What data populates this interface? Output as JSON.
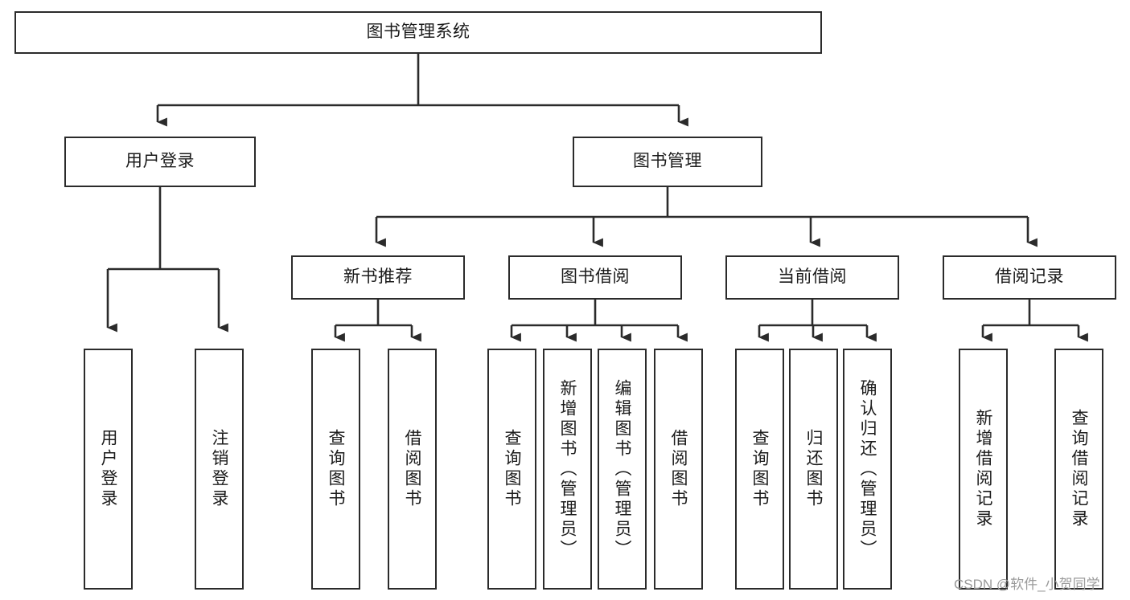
{
  "diagram": {
    "title": "图书管理系统",
    "type": "tree",
    "root": {
      "id": "root",
      "label": "图书管理系统"
    },
    "level2": [
      {
        "id": "user-login",
        "label": "用户登录"
      },
      {
        "id": "book-management",
        "label": "图书管理"
      }
    ],
    "level3": [
      {
        "id": "new-book-recommend",
        "label": "新书推荐",
        "parent": "book-management"
      },
      {
        "id": "book-borrow",
        "label": "图书借阅",
        "parent": "book-management"
      },
      {
        "id": "current-borrow",
        "label": "当前借阅",
        "parent": "book-management"
      },
      {
        "id": "borrow-record",
        "label": "借阅记录",
        "parent": "book-management"
      }
    ],
    "leaves": [
      {
        "id": "leaf-user-login",
        "label": "用户登录",
        "parent": "user-login"
      },
      {
        "id": "leaf-logout-login",
        "label": "注销登录",
        "parent": "user-login"
      },
      {
        "id": "leaf-query-book-1",
        "label": "查询图书",
        "parent": "new-book-recommend"
      },
      {
        "id": "leaf-borrow-book-1",
        "label": "借阅图书",
        "parent": "new-book-recommend"
      },
      {
        "id": "leaf-query-book-2",
        "label": "查询图书",
        "parent": "book-borrow"
      },
      {
        "id": "leaf-add-book",
        "label": "新增图书（管理员）",
        "parent": "book-borrow"
      },
      {
        "id": "leaf-edit-book",
        "label": "编辑图书（管理员）",
        "parent": "book-borrow"
      },
      {
        "id": "leaf-borrow-book-2",
        "label": "借阅图书",
        "parent": "book-borrow"
      },
      {
        "id": "leaf-query-book-3",
        "label": "查询图书",
        "parent": "current-borrow"
      },
      {
        "id": "leaf-return-book",
        "label": "归还图书",
        "parent": "current-borrow"
      },
      {
        "id": "leaf-confirm-return",
        "label": "确认归还（管理员）",
        "parent": "current-borrow"
      },
      {
        "id": "leaf-add-borrow-record",
        "label": "新增借阅记录",
        "parent": "borrow-record"
      },
      {
        "id": "leaf-query-borrow-record",
        "label": "查询借阅记录",
        "parent": "borrow-record"
      }
    ],
    "colors": {
      "stroke": "#2b2b2b",
      "fill": "#ffffff",
      "text": "#1b1b1b",
      "watermark": "#9a9a9a"
    }
  },
  "watermark": {
    "text": "CSDN @软件_小贺同学"
  }
}
